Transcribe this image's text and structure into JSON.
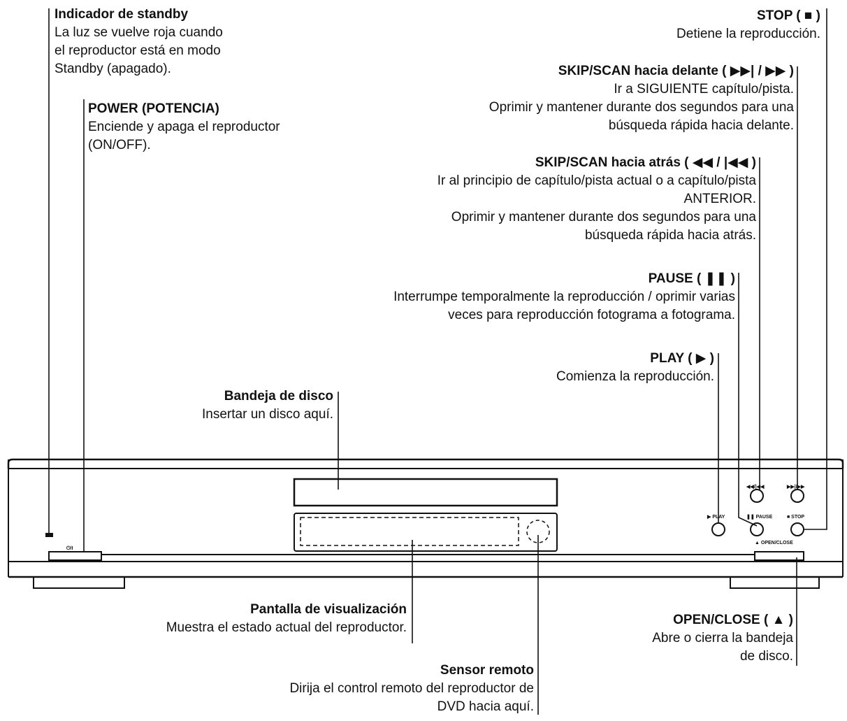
{
  "callouts": {
    "standby": {
      "title": "Indicador de standby",
      "desc": "La luz se vuelve roja cuando\nel reproductor está en modo\nStandby (apagado)."
    },
    "power": {
      "title": "POWER (POTENCIA)",
      "desc": "Enciende y apaga el reproductor\n(ON/OFF)."
    },
    "stop": {
      "title": "STOP ( ■ )",
      "desc": "Detiene la reproducción."
    },
    "skip_fwd": {
      "title": "SKIP/SCAN hacia delante ( ▶▶| / ▶▶ )",
      "desc": "Ir a SIGUIENTE capítulo/pista.\nOprimir y mantener durante dos segundos para una\nbúsqueda rápida hacia delante."
    },
    "skip_back": {
      "title": "SKIP/SCAN hacia atrás ( ◀◀ / |◀◀ )",
      "desc": "Ir al principio de capítulo/pista actual o a capítulo/pista\nANTERIOR.\nOprimir y mantener durante dos segundos para una\nbúsqueda rápida hacia atrás."
    },
    "pause": {
      "title": "PAUSE ( ❚❚ )",
      "desc": "Interrumpe temporalmente la reproducción / oprimir varias\nveces para reproducción fotograma a fotograma."
    },
    "play": {
      "title": "PLAY ( ▶ )",
      "desc": "Comienza la reproducción."
    },
    "tray": {
      "title": "Bandeja de disco",
      "desc": "Insertar un disco aquí."
    },
    "display": {
      "title": "Pantalla de visualización",
      "desc": "Muestra el estado actual del reproductor."
    },
    "open_close": {
      "title": "OPEN/CLOSE ( ▲ )",
      "desc": "Abre o cierra la bandeja\nde disco."
    },
    "remote": {
      "title": "Sensor remoto",
      "desc": "Dirija el control remoto del reproductor de\nDVD hacia aquí."
    }
  },
  "device_labels": {
    "power_symbol": "⏻/I",
    "skip_back": "◀◀/|◀◀",
    "skip_fwd": "▶▶|/▶▶",
    "play": "▶ PLAY",
    "pause": "❚❚ PAUSE",
    "stop": "■ STOP",
    "open_close": "▲ OPEN/CLOSE"
  }
}
